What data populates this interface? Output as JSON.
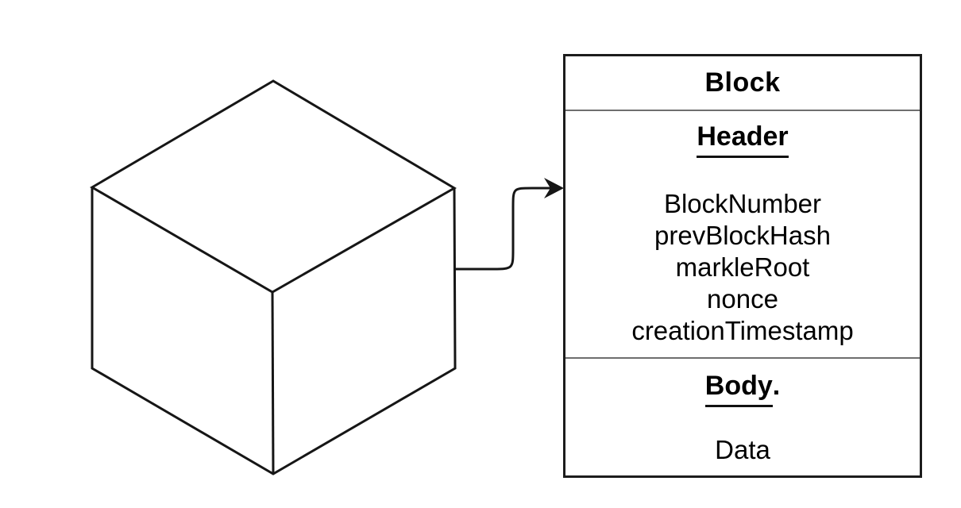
{
  "diagram": {
    "title_hint": "blockchain block structure",
    "colors": {
      "background": "#ffffff",
      "line": "#161616",
      "divider": "#6e6e6e",
      "text": "#000000"
    },
    "icons": {
      "cube": "wireframe-cube-icon",
      "arrow": "curved-right-arrow-icon"
    }
  },
  "block": {
    "title": "Block",
    "header": {
      "label": "Header",
      "items": [
        "BlockNumber",
        "prevBlockHash",
        "markleRoot",
        "nonce",
        "creationTimestamp"
      ]
    },
    "body": {
      "label": "Body",
      "period": ".",
      "items": [
        "Data"
      ]
    }
  }
}
